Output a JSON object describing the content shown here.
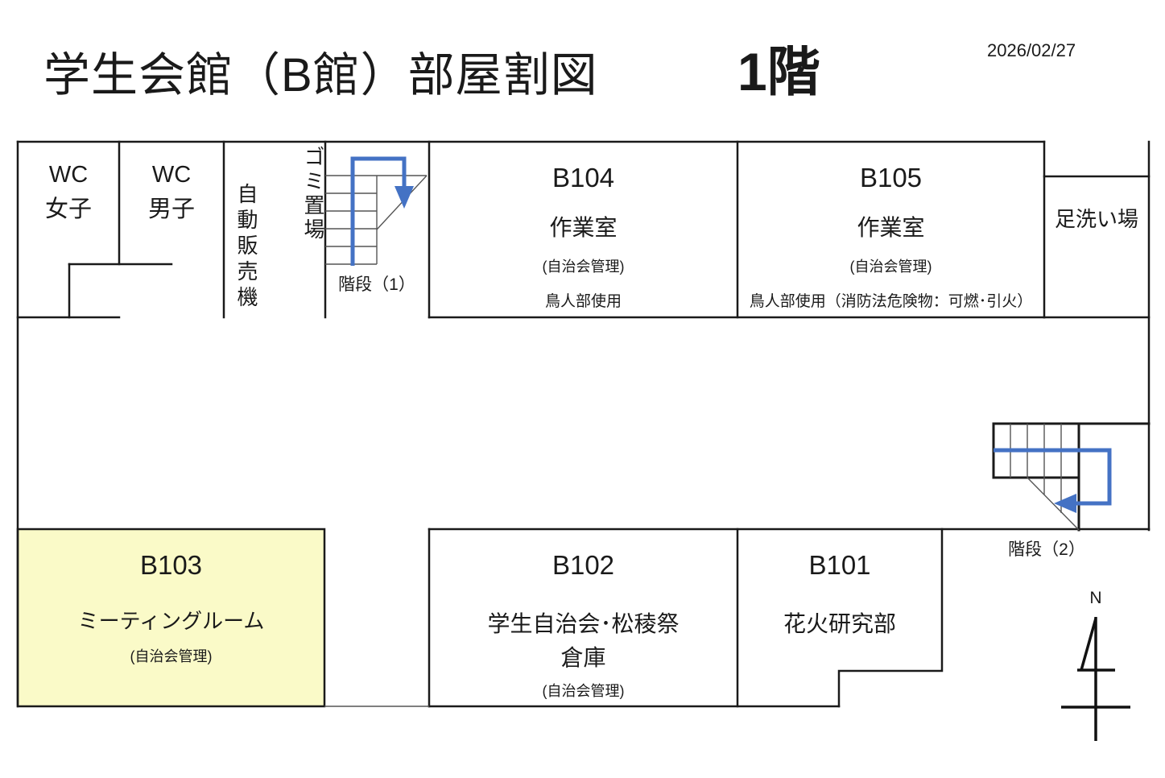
{
  "meta": {
    "title": "学生会館（B館）部屋割図",
    "floor": "1階",
    "date": "2026/02/27"
  },
  "top_wing": {
    "wc_women": {
      "line1": "WC",
      "line2": "女子"
    },
    "wc_men": {
      "line1": "WC",
      "line2": "男子"
    },
    "vending_machine": "自動販売機",
    "garbage_area": "ゴミ置場",
    "stairs1_label": "階段（1）",
    "b104": {
      "code": "B104",
      "name": "作業室",
      "managed_by": "(自治会管理)",
      "usage": "鳥人部使用"
    },
    "b105": {
      "code": "B105",
      "name": "作業室",
      "managed_by": "(自治会管理)",
      "usage": "鳥人部使用（消防法危険物：可燃･引火）"
    },
    "foot_wash": "足洗い場"
  },
  "bottom_wing": {
    "b103": {
      "code": "B103",
      "name": "ミーティングルーム",
      "managed_by": "(自治会管理)"
    },
    "b102": {
      "code": "B102",
      "name_line1": "学生自治会･松稜祭",
      "name_line2": "倉庫",
      "managed_by": "(自治会管理)"
    },
    "b101": {
      "code": "B101",
      "name": "花火研究部"
    },
    "stairs2_label": "階段（2）"
  },
  "compass": {
    "north_label": "N"
  },
  "colors": {
    "wall": "#1a1a1a",
    "stair_arrow": "#4472C4",
    "room_highlight": "#FAFAC8"
  }
}
